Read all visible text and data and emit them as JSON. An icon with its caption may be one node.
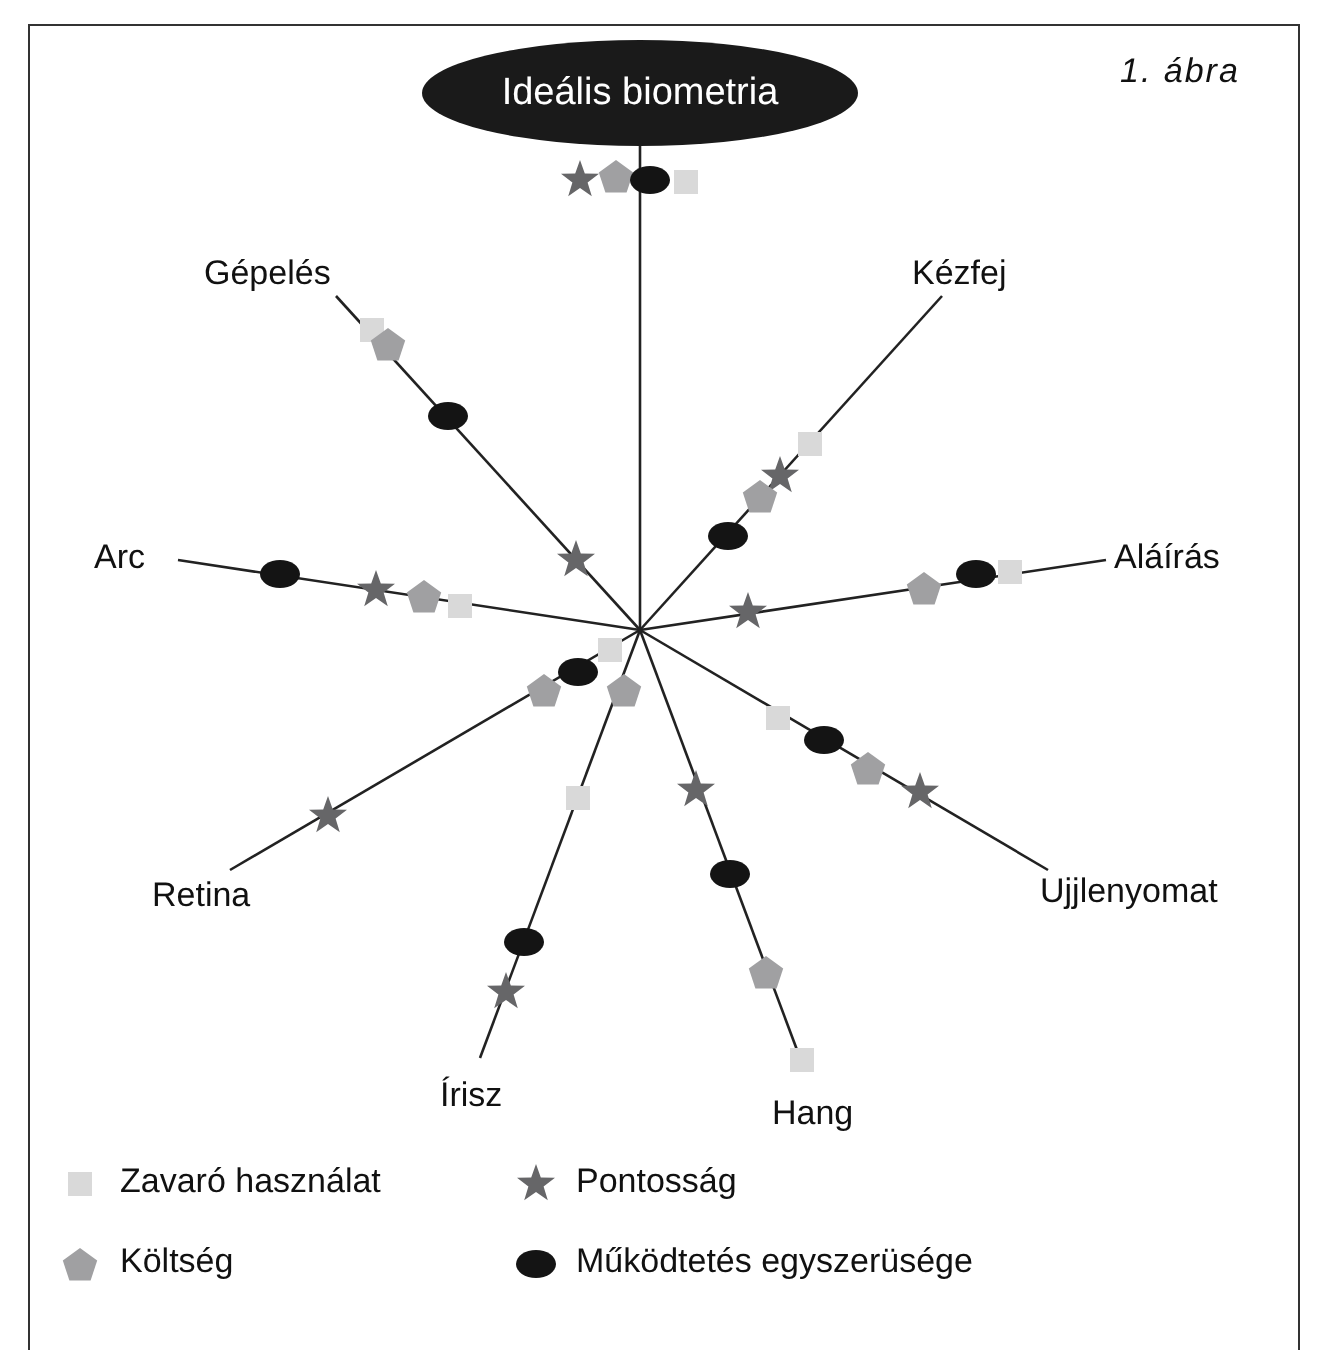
{
  "diagram": {
    "nodes": [
      {
        "text": [
          "Ideális biometria"
        ]
      },
      {
        "text": [
          "Gépelés"
        ]
      },
      {
        "text": [
          "Kézfej"
        ]
      },
      {
        "text": [
          "Arc"
        ]
      },
      {
        "text": [
          "Aláírás"
        ]
      },
      {
        "text": [
          "Retina"
        ]
      },
      {
        "text": [
          "Ujjlenyomat"
        ]
      },
      {
        "text": [
          "Írisz"
        ]
      },
      {
        "text": [
          "Hang"
        ]
      }
    ],
    "edges": [
      {
        "from": null,
        "to": 0,
        "arrow": "none"
      },
      {
        "from": null,
        "to": 1,
        "arrow": "none"
      },
      {
        "from": null,
        "to": 2,
        "arrow": "none"
      },
      {
        "from": null,
        "to": 3,
        "arrow": "none"
      },
      {
        "from": null,
        "to": 4,
        "arrow": "none"
      },
      {
        "from": null,
        "to": 5,
        "arrow": "none"
      },
      {
        "from": null,
        "to": 6,
        "arrow": "none"
      },
      {
        "from": null,
        "to": 7,
        "arrow": "none"
      },
      {
        "from": null,
        "to": 8,
        "arrow": "none"
      }
    ],
    "labels": [
      "1. ábra"
    ],
    "legend": [
      {
        "text": "Zavaró használat"
      },
      {
        "text": "Pontosság"
      },
      {
        "text": "Költség"
      },
      {
        "text": "Működtetés egyszerüsége"
      }
    ]
  }
}
